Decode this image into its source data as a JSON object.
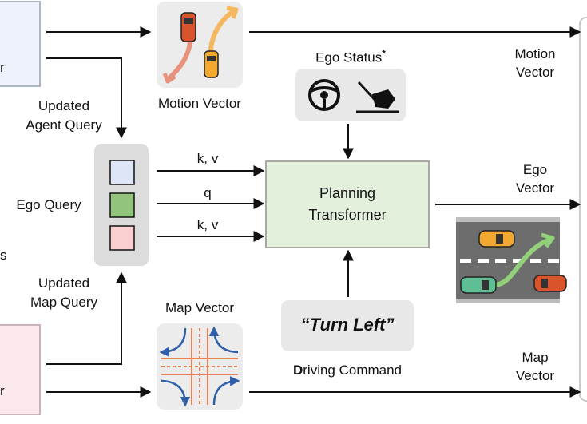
{
  "left_top_box": {
    "text": "r"
  },
  "left_bottom_box": {
    "text": "r"
  },
  "left_mid": {
    "text": "s"
  },
  "motion_icon": {
    "label": "Motion Vector"
  },
  "motion_output": {
    "line1": "Motion",
    "line2": "Vector"
  },
  "updated_agent": {
    "line1": "Updated",
    "line2": "Agent Query"
  },
  "ego_query": {
    "label": "Ego Query"
  },
  "updated_map": {
    "line1": "Updated",
    "line2": "Map Query"
  },
  "ego_status": {
    "label": "Ego Status",
    "mark": "*"
  },
  "arrows": {
    "kv_top": "k, v",
    "q": "q",
    "kv_bottom": "k, v"
  },
  "planning": {
    "line1": "Planning",
    "line2": "Transformer"
  },
  "ego_output": {
    "line1": "Ego",
    "line2": "Vector"
  },
  "map_icon": {
    "label": "Map Vector"
  },
  "command": {
    "quote": "“Turn Left”",
    "label_bold": "D",
    "label_rest": "riving Command"
  },
  "map_output": {
    "line1": "Map",
    "line2": "Vector"
  },
  "colors": {
    "agent_blue": "#dce6f6",
    "ego_green": "#93c47d",
    "map_pink": "#f9cfcf",
    "planning_fill": "#e3f1dc",
    "grey_panel": "#e8e8e8"
  }
}
